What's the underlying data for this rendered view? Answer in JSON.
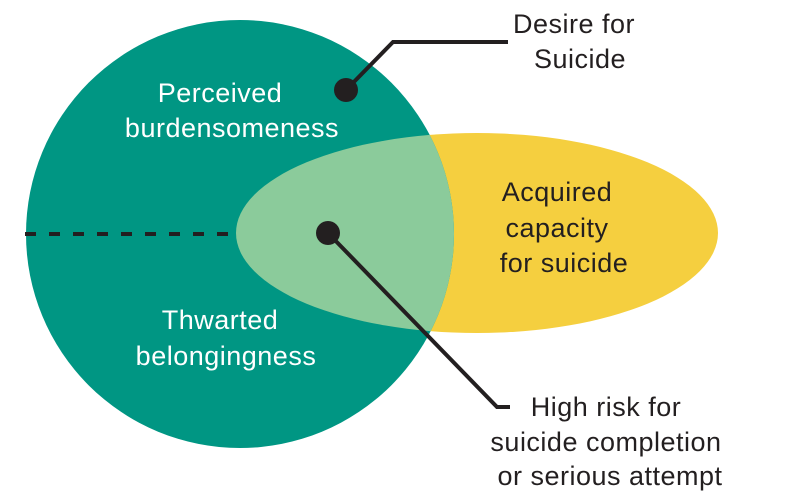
{
  "colors": {
    "teal": "#009683",
    "yellow": "#f5cf3f",
    "overlap": "#8bcb9b",
    "ink": "#231f20",
    "white": "#ffffff"
  },
  "diagram": {
    "circle": {
      "top_label": [
        "Perceived",
        "burdensomeness"
      ],
      "bottom_label": [
        "Thwarted",
        "belongingness"
      ]
    },
    "ellipse": {
      "label": [
        "Acquired",
        "capacity",
        "for suicide"
      ]
    },
    "callouts": {
      "desire": [
        "Desire for",
        "Suicide"
      ],
      "high_risk": [
        "High risk for",
        "suicide completion",
        "or serious attempt"
      ]
    }
  }
}
